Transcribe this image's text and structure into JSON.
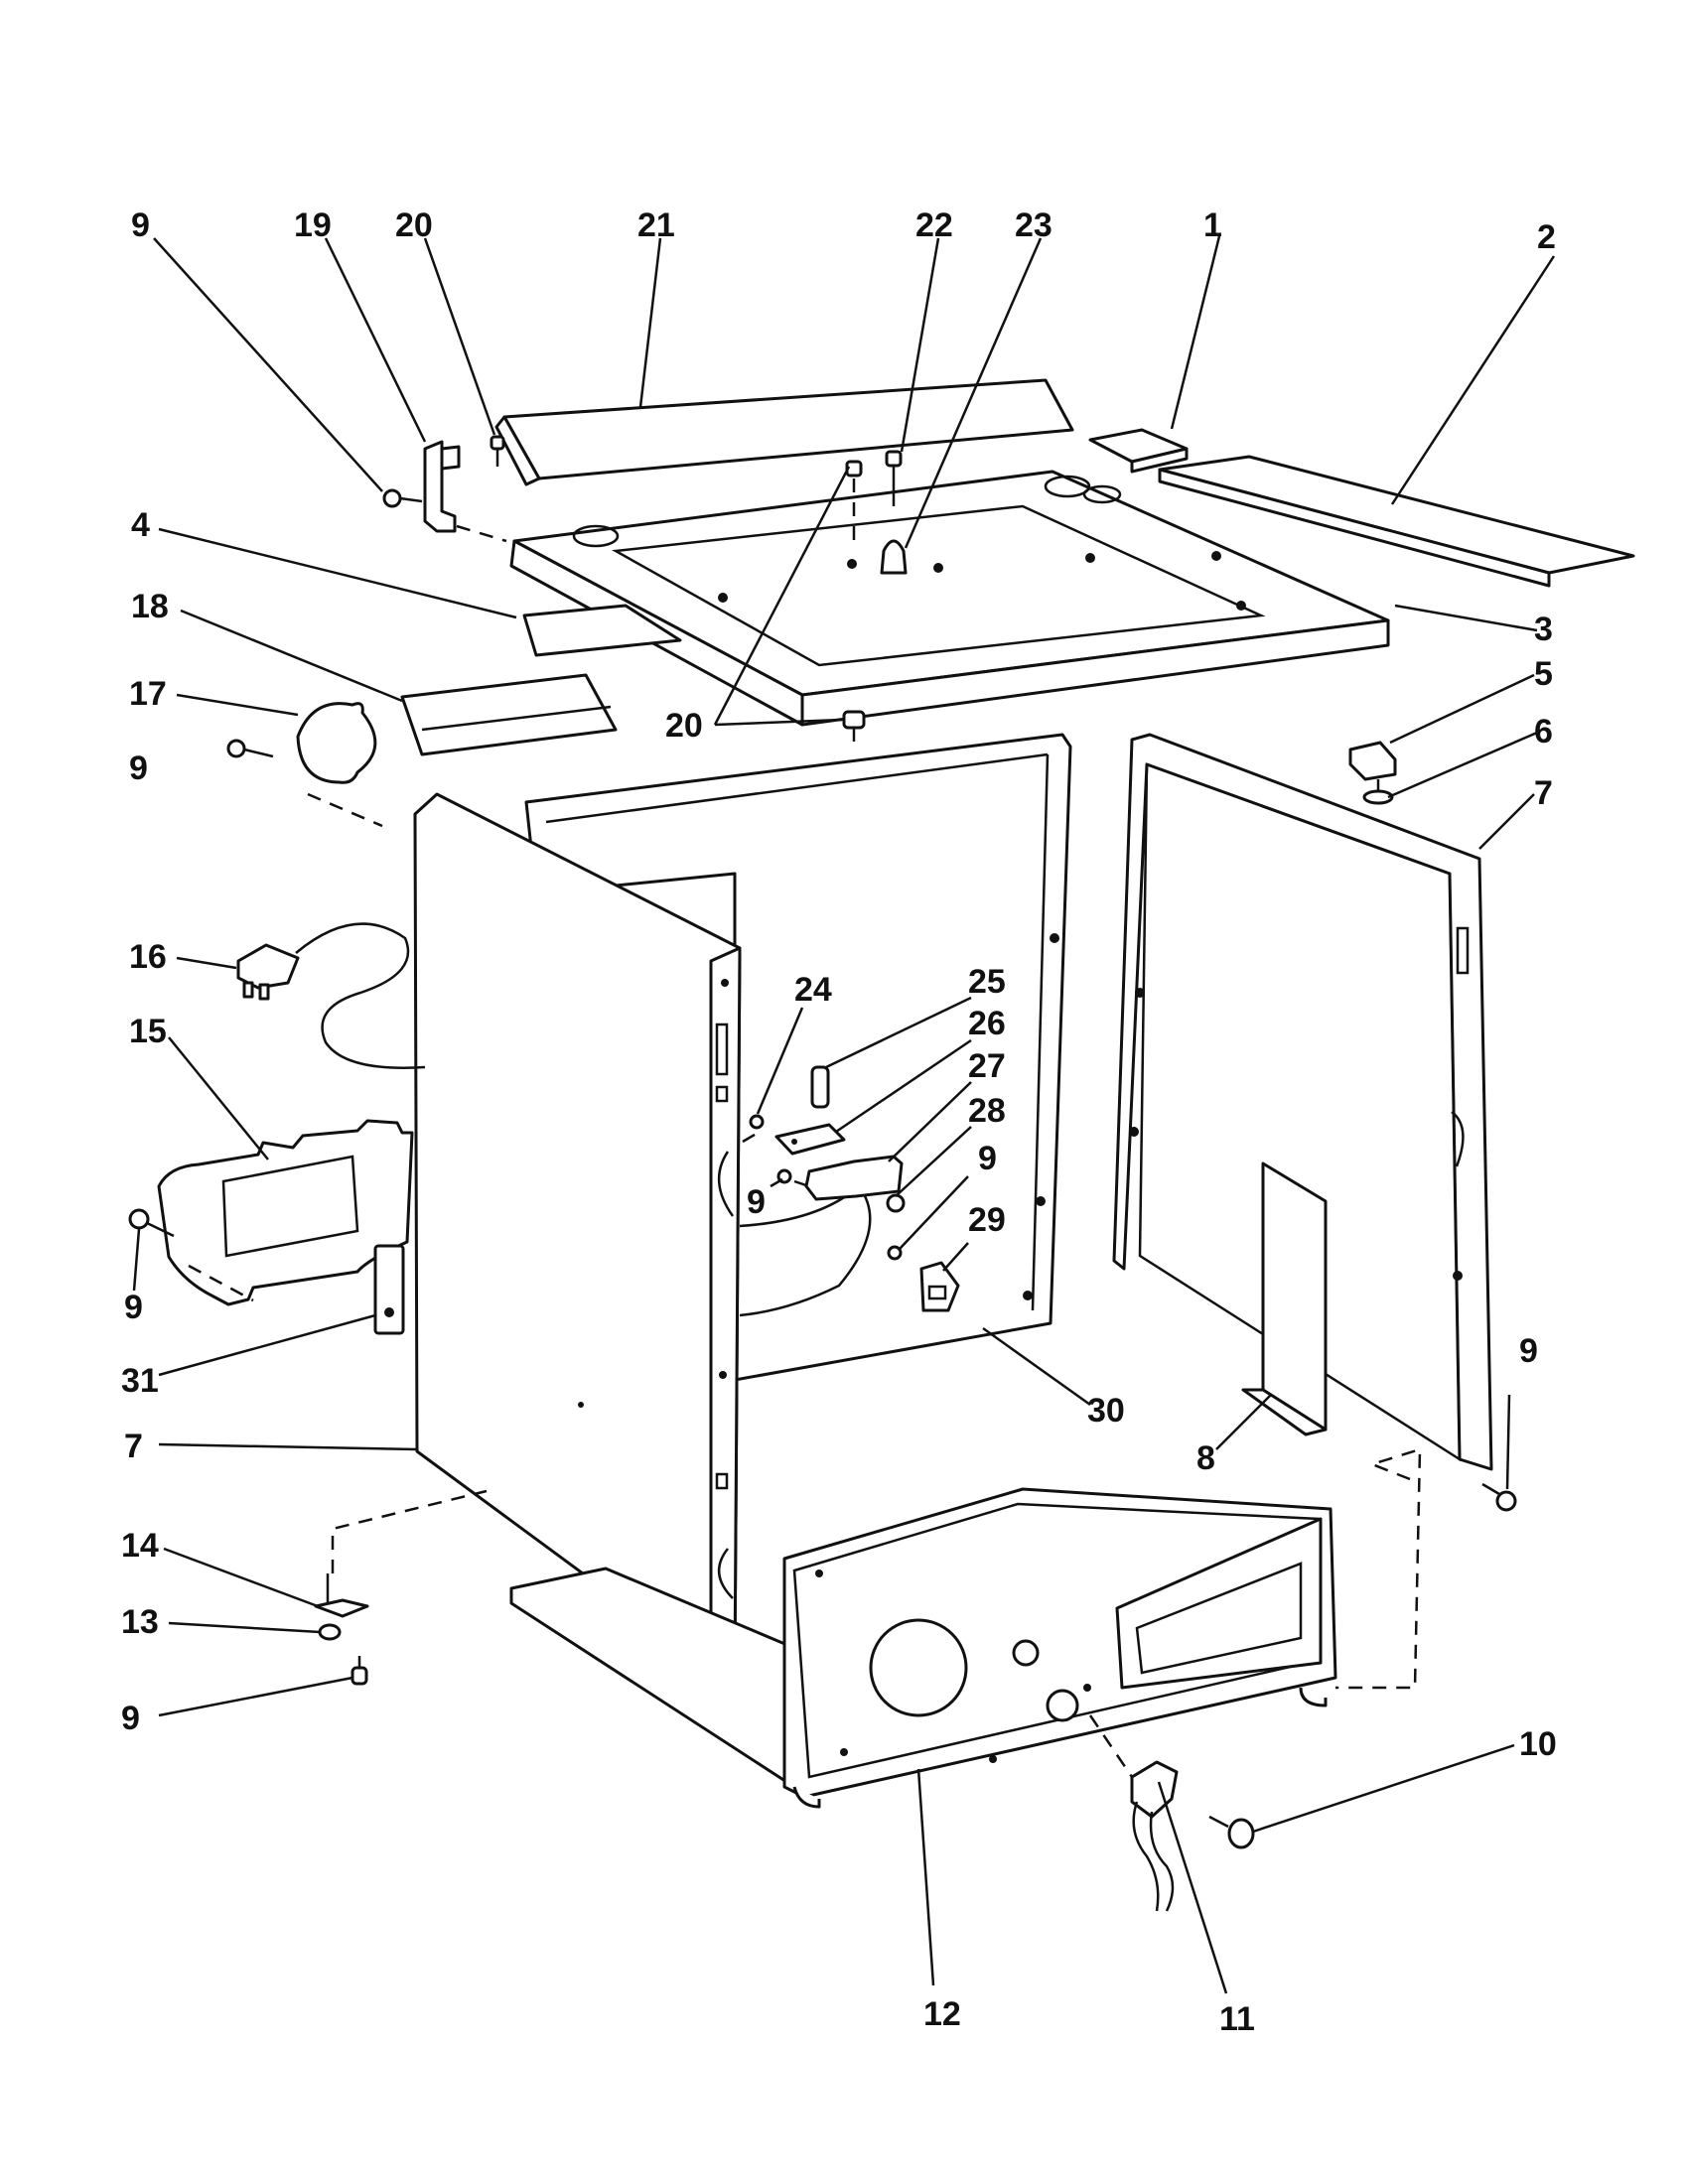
{
  "callouts": [
    {
      "id": "c9a",
      "text": "9"
    },
    {
      "id": "c19",
      "text": "19"
    },
    {
      "id": "c20a",
      "text": "20"
    },
    {
      "id": "c21",
      "text": "21"
    },
    {
      "id": "c22",
      "text": "22"
    },
    {
      "id": "c23",
      "text": "23"
    },
    {
      "id": "c1",
      "text": "1"
    },
    {
      "id": "c2",
      "text": "2"
    },
    {
      "id": "c4",
      "text": "4"
    },
    {
      "id": "c3",
      "text": "3"
    },
    {
      "id": "c18",
      "text": "18"
    },
    {
      "id": "c17",
      "text": "17"
    },
    {
      "id": "c9b",
      "text": "9"
    },
    {
      "id": "c20b",
      "text": "20"
    },
    {
      "id": "c5",
      "text": "5"
    },
    {
      "id": "c6",
      "text": "6"
    },
    {
      "id": "c7a",
      "text": "7"
    },
    {
      "id": "c16",
      "text": "16"
    },
    {
      "id": "c15",
      "text": "15"
    },
    {
      "id": "c24",
      "text": "24"
    },
    {
      "id": "c25",
      "text": "25"
    },
    {
      "id": "c26",
      "text": "26"
    },
    {
      "id": "c27",
      "text": "27"
    },
    {
      "id": "c28",
      "text": "28"
    },
    {
      "id": "c9c",
      "text": "9"
    },
    {
      "id": "c9d",
      "text": "9"
    },
    {
      "id": "c29",
      "text": "29"
    },
    {
      "id": "c9e",
      "text": "9"
    },
    {
      "id": "c9f",
      "text": "9"
    },
    {
      "id": "c31",
      "text": "31"
    },
    {
      "id": "c30",
      "text": "30"
    },
    {
      "id": "c8",
      "text": "8"
    },
    {
      "id": "c7b",
      "text": "7"
    },
    {
      "id": "c14",
      "text": "14"
    },
    {
      "id": "c13",
      "text": "13"
    },
    {
      "id": "c9g",
      "text": "9"
    },
    {
      "id": "c10",
      "text": "10"
    },
    {
      "id": "c12",
      "text": "12"
    },
    {
      "id": "c11",
      "text": "11"
    }
  ]
}
